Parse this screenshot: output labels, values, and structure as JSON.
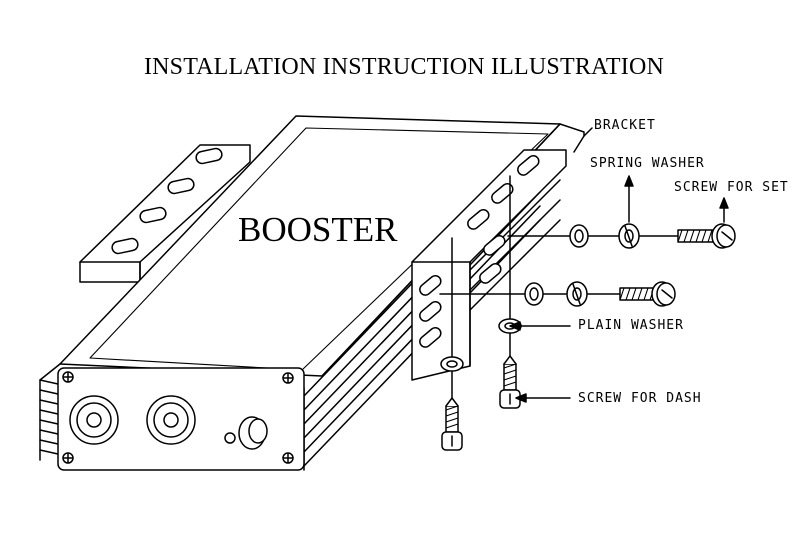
{
  "diagram": {
    "title": "INSTALLATION INSTRUCTION ILLUSTRATION",
    "unit_label": "BOOSTER",
    "callouts": {
      "bracket": "BRACKET",
      "spring_washer": "SPRING WASHER",
      "screw_for_set": "SCREW FOR SET",
      "plain_washer": "PLAIN WASHER",
      "screw_for_dash": "SCREW FOR DASH"
    }
  },
  "colors": {
    "line": "#000000",
    "background": "#ffffff"
  }
}
